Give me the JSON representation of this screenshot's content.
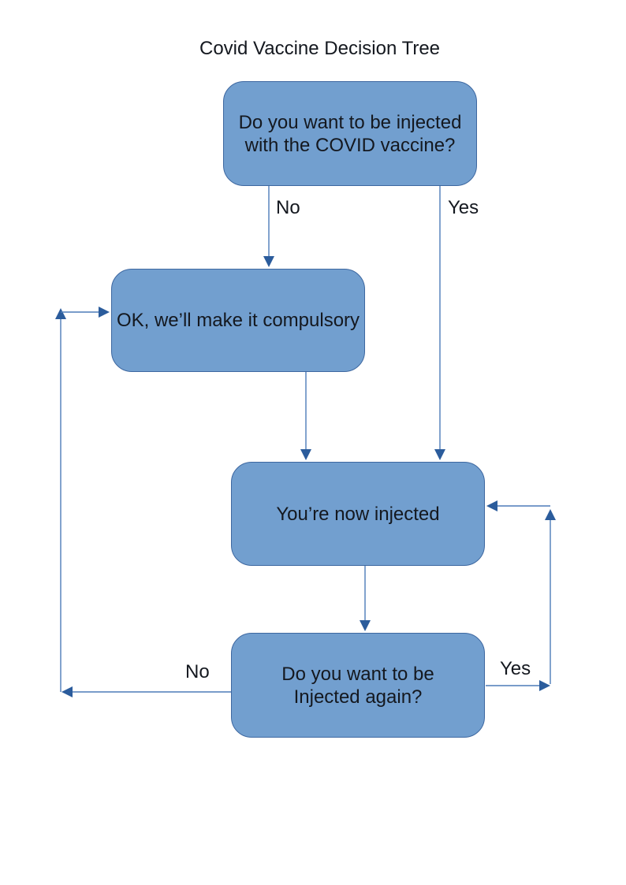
{
  "page": {
    "title": "Covid Vaccine Decision Tree"
  },
  "nodes": [
    {
      "id": "ask-vaccine",
      "label": "Do you want to be injected\nwith the COVID vaccine?"
    },
    {
      "id": "compulsory",
      "label": "OK, we’ll make it compulsory"
    },
    {
      "id": "now-injected",
      "label": "You’re now injected"
    },
    {
      "id": "ask-again",
      "label": "Do you want to be\nInjected again?"
    }
  ],
  "edge_labels": {
    "no_top": "No",
    "yes_top": "Yes",
    "no_bottom": "No",
    "yes_bottom": "Yes"
  },
  "colors": {
    "node_fill": "#729fcf",
    "node_border": "#3d67a0",
    "connector_line": "#4d7cb8",
    "arrowhead": "#2b5c9c",
    "text": "#14181f",
    "background": "#ffffff"
  }
}
